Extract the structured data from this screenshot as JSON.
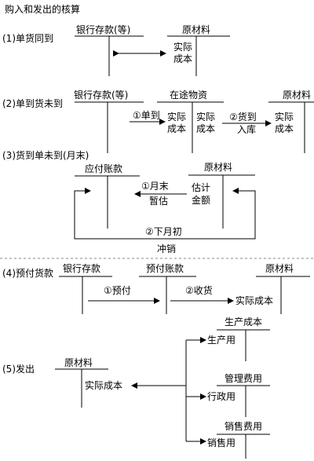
{
  "title": "购入和发出的核算",
  "section1": {
    "label": "(1)单货同到",
    "acct_bank": "银行存款(等)",
    "acct_raw": "原材料",
    "amount_lines": [
      "实际",
      "成本"
    ]
  },
  "section2": {
    "label": "(2)单到货未到",
    "acct_bank": "银行存款(等)",
    "acct_transit": "在途物资",
    "acct_raw": "原材料",
    "step1": "①单到",
    "step2_lines": [
      "②货到",
      "入库"
    ],
    "amount_lines": [
      "实际",
      "成本"
    ]
  },
  "section3": {
    "label": "(3)货到单未到(月末)",
    "acct_payable": "应付账款",
    "acct_raw": "原材料",
    "step1_lines": [
      "①月末",
      "暂估"
    ],
    "estimate_lines": [
      "估计",
      "金额"
    ],
    "step2": "②下月初",
    "reverse": "冲销"
  },
  "section4": {
    "label": "(4)预付货款",
    "acct_bank": "银行存款",
    "acct_prepaid": "预付账款",
    "acct_raw": "原材料",
    "step1": "①预付",
    "step2": "②收货",
    "amount": "实际成本"
  },
  "section5": {
    "label": "(5)发出",
    "acct_raw": "原材料",
    "amount": "实际成本",
    "targets": [
      {
        "account": "生产成本",
        "use": "生产用"
      },
      {
        "account": "管理费用",
        "use": "行政用"
      },
      {
        "account": "销售费用",
        "use": "销售用"
      }
    ]
  }
}
